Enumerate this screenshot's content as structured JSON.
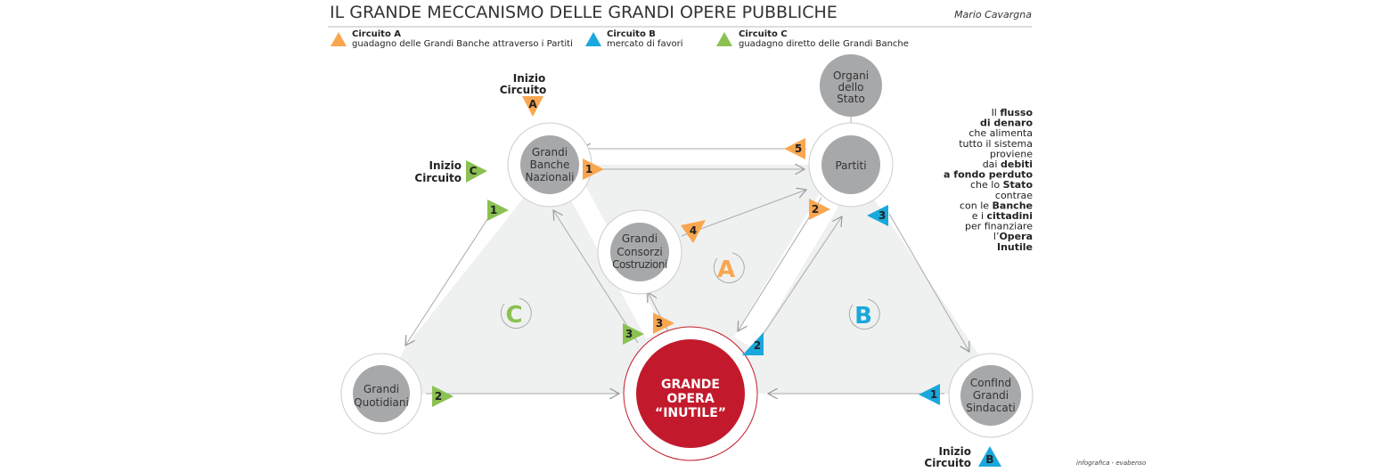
{
  "header": {
    "title": "IL GRANDE MECCANISMO DELLE GRANDI OPERE PUBBLICHE",
    "author": "Mario Cavargna"
  },
  "legend": [
    {
      "title": "Circuito A",
      "desc": "guadagno delle Grandi Banche attraverso i Partiti",
      "color": "#f9a650"
    },
    {
      "title": "Circuito B",
      "desc": "mercato di favori",
      "color": "#19a8dc"
    },
    {
      "title": "Circuito C",
      "desc": "guadagno diretto delle Grandi Banche",
      "color": "#8bc152"
    }
  ],
  "nodes": {
    "banche": [
      "Grandi",
      "Banche",
      "Nazionali"
    ],
    "partiti": [
      "Partiti"
    ],
    "organi": [
      "Organi",
      "dello",
      "Stato"
    ],
    "consorzi": [
      "Grandi",
      "Consorzi",
      "Costruzioni"
    ],
    "opera": [
      "GRANDE",
      "OPERA",
      "“INUTILE”"
    ],
    "quotidiani": [
      "Grandi",
      "Quotidiani"
    ],
    "confind": [
      "ConfInd",
      "Grandi",
      "Sindacati"
    ]
  },
  "start_labels": {
    "line1": "Inizio",
    "line2": "Circuito",
    "a": "A",
    "b": "B",
    "c": "C"
  },
  "badges": {
    "a1": "1",
    "a2": "2",
    "a3": "3",
    "a4": "4",
    "a5": "5",
    "b1": "1",
    "b2": "2",
    "b3": "3",
    "c1": "1",
    "c2": "2",
    "c3": "3"
  },
  "cycle_letters": {
    "a": "A",
    "b": "B",
    "c": "C"
  },
  "side_text": [
    [
      {
        "t": "Il ",
        "b": false
      },
      {
        "t": "flusso",
        "b": true
      }
    ],
    [
      {
        "t": "di denaro",
        "b": true
      }
    ],
    [
      {
        "t": "che alimenta",
        "b": false
      }
    ],
    [
      {
        "t": "tutto il sistema",
        "b": false
      }
    ],
    [
      {
        "t": "proviene",
        "b": false
      }
    ],
    [
      {
        "t": "dai ",
        "b": false
      },
      {
        "t": "debiti",
        "b": true
      }
    ],
    [
      {
        "t": "a fondo perduto",
        "b": true
      }
    ],
    [
      {
        "t": "che lo ",
        "b": false
      },
      {
        "t": "Stato",
        "b": true
      }
    ],
    [
      {
        "t": "contrae",
        "b": false
      }
    ],
    [
      {
        "t": "con le ",
        "b": false
      },
      {
        "t": "Banche",
        "b": true
      }
    ],
    [
      {
        "t": "e i ",
        "b": false
      },
      {
        "t": "cittadini",
        "b": true
      }
    ],
    [
      {
        "t": "per finanziare",
        "b": false
      }
    ],
    [
      {
        "t": "l’",
        "b": false
      },
      {
        "t": "Opera",
        "b": true
      }
    ],
    [
      {
        "t": "Inutile",
        "b": true
      }
    ]
  ],
  "credit": "infografica - evabenso"
}
